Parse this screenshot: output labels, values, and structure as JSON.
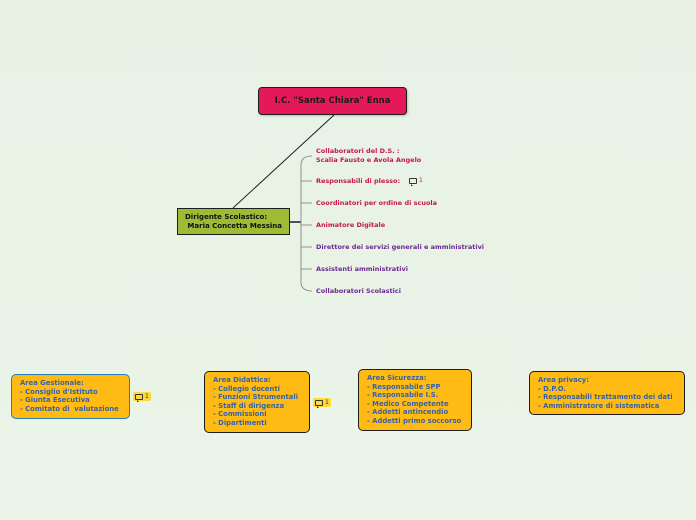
{
  "root": {
    "label": "I.C. \"Santa Chiara\" Enna"
  },
  "dirigente": {
    "label": "Dirigente Scolastico:\n Maria Concetta Messina"
  },
  "branches": [
    {
      "label": "Collaboratori del D.S. :\nScalia Fausto e Avola Angelo"
    },
    {
      "label": "Responsabili di plesso:"
    },
    {
      "label": "Coordinatori per ordine di scuola"
    },
    {
      "label": "Animatore Digitale"
    },
    {
      "label": "Direttore dei servizi generali e amministrativi"
    },
    {
      "label": "Assistenti amministrativi"
    },
    {
      "label": "Collaboratori Scolastici"
    }
  ],
  "responsabili_comment_count": "1",
  "areas": [
    {
      "label": "Area Gestionale:\n- Consiglio d'Istituto\n- Giunta Esecutiva\n- Comitato di  valutazione",
      "comment_count": "1"
    },
    {
      "label": "Area Didattica:\n- Collegio docenti\n- Funzioni Strumentali\n- Staff di dirigenza\n- Commissioni\n- Dipartimenti",
      "comment_count": "1"
    },
    {
      "label": "Area Sicurezza:\n- Responsabile SPP\n- Responsabile I.S.\n- Medico Competente\n- Addetti antincendio\n- Addetti primo soccorso"
    },
    {
      "label": "Area privacy:\n- D.P.O.\n- Responsabili trattamento dei dati\n- Amministratore di sistematica"
    }
  ],
  "colors": {
    "root": "#e5195a",
    "dirigente": "#9dbb35",
    "area": "#ffba14",
    "branch_red": "#c8154b",
    "branch_purple": "#6a2a8e"
  },
  "icons": {
    "comment": "comment-icon"
  }
}
